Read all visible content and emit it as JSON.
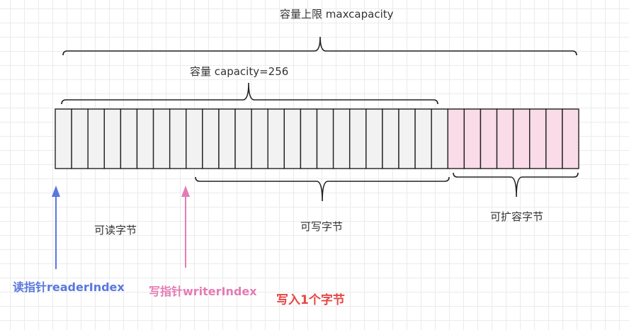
{
  "labels": {
    "max_capacity": "容量上限 maxcapacity",
    "capacity": "容量 capacity=256",
    "readable": "可读字节",
    "writable": "可写字节",
    "expandable": "可扩容字节"
  },
  "pointers": {
    "reader": "读指针readerIndex",
    "writer": "写指针writerIndex"
  },
  "action": "写入1个字节",
  "buffer": {
    "filled_cells": 24,
    "expandable_cells": 8,
    "reader_index_cell": 0,
    "writer_index_cell": 8
  },
  "colors": {
    "cell_filled": "#f2f2f2",
    "cell_expandable": "#fadbe8",
    "stroke": "#222222",
    "reader": "#5a78dc",
    "writer": "#e47cb4",
    "action": "#e64646"
  }
}
